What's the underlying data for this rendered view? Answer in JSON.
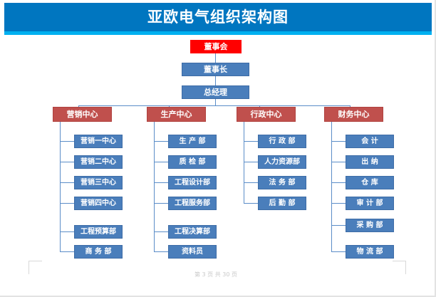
{
  "document": {
    "title": "亚欧电气组织架构图",
    "footer": "第 3 页 共 30 页"
  },
  "colors": {
    "banner": "#0076C0",
    "banner_stripe": "#00B0F0",
    "root_node": "#FF0000",
    "exec_node": "#4A7EBB",
    "center_node": "#C0504D",
    "dept_node": "#4A7EBB",
    "connector": "#5B8DC8",
    "footer_text": "#C9C9C9"
  },
  "chart_data": {
    "type": "diagram",
    "diagram_type": "organizational-chart",
    "title": "亚欧电气组织架构图",
    "levels": [
      {
        "level": 0,
        "nodes": [
          "董事会"
        ]
      },
      {
        "level": 1,
        "nodes": [
          "董事长"
        ]
      },
      {
        "level": 2,
        "nodes": [
          "总经理"
        ]
      },
      {
        "level": 3,
        "nodes": [
          "营销中心",
          "生产中心",
          "行政中心",
          "财务中心"
        ]
      },
      {
        "level": 4,
        "nodes": [
          "营销一中心",
          "营销二中心",
          "营销三中心",
          "营销四中心",
          "工程预算部",
          "商务部",
          "生产部",
          "质检部",
          "工程设计部",
          "工程服务部",
          "工程决算部",
          "资料员",
          "行政部",
          "人力资源部",
          "法务部",
          "后勤部",
          "会 计",
          "出 纳",
          "仓 库",
          "审计部",
          "采购部",
          "物流部"
        ]
      }
    ],
    "edges": [
      [
        "董事会",
        "董事长"
      ],
      [
        "董事长",
        "总经理"
      ],
      [
        "总经理",
        "营销中心"
      ],
      [
        "总经理",
        "生产中心"
      ],
      [
        "总经理",
        "行政中心"
      ],
      [
        "总经理",
        "财务中心"
      ]
    ]
  },
  "top_chain": {
    "board": "董事会",
    "chairman": "董事长",
    "general_manager": "总经理"
  },
  "centers": [
    {
      "label": "营销中心",
      "departments": [
        {
          "label": "营销一中心"
        },
        {
          "label": "营销二中心"
        },
        {
          "label": "营销三中心"
        },
        {
          "label": "营销四中心"
        },
        {
          "label": "工程预算部"
        },
        {
          "label": "商 务 部"
        }
      ]
    },
    {
      "label": "生产中心",
      "departments": [
        {
          "label": "生 产 部"
        },
        {
          "label": "质 检 部"
        },
        {
          "label": "工程设计部"
        },
        {
          "label": "工程服务部"
        },
        {
          "label": "工程决算部"
        },
        {
          "label": "资料员"
        }
      ]
    },
    {
      "label": "行政中心",
      "departments": [
        {
          "label": "行 政 部"
        },
        {
          "label": "人力资源部"
        },
        {
          "label": "法 务 部"
        },
        {
          "label": "后 勤 部"
        }
      ]
    },
    {
      "label": "财务中心",
      "departments": [
        {
          "label": "会 计"
        },
        {
          "label": "出 纳"
        },
        {
          "label": "仓 库"
        },
        {
          "label": "审 计 部"
        },
        {
          "label": "采 购 部"
        },
        {
          "label": "物 流 部"
        }
      ]
    }
  ]
}
